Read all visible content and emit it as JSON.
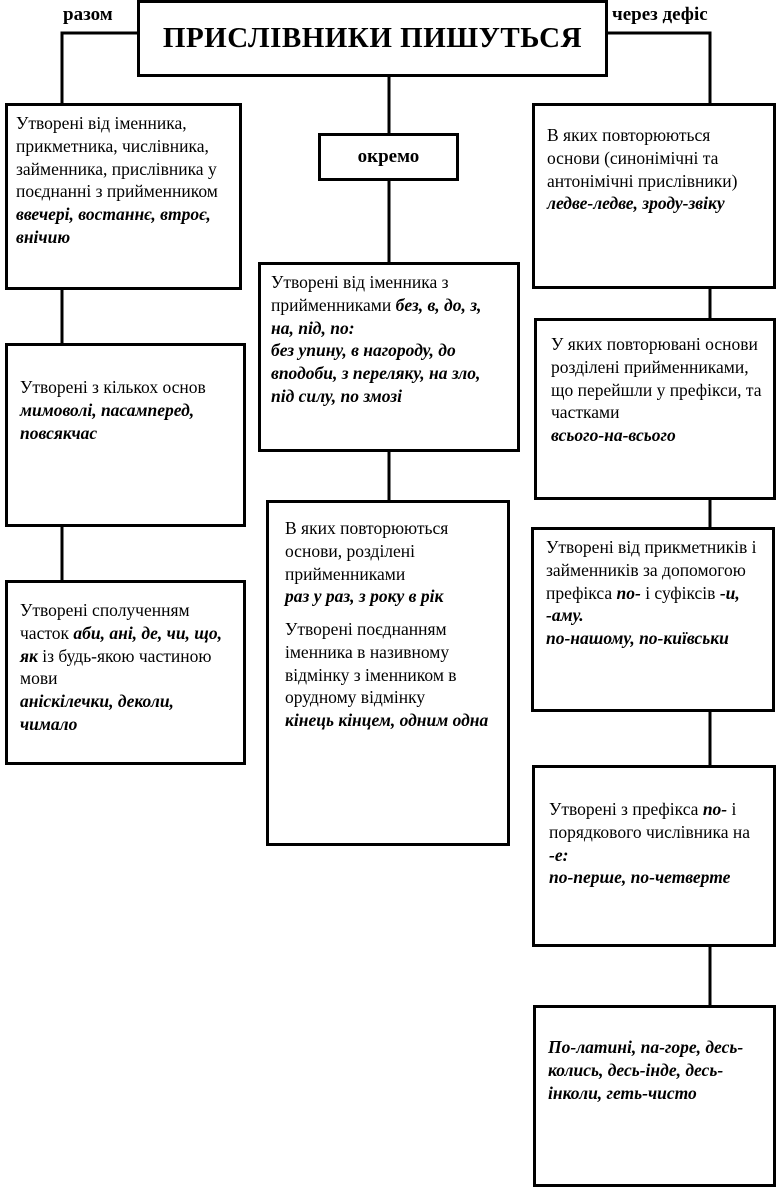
{
  "title": "ПРИСЛІВНИКИ ПИШУТЬСЯ",
  "labels": {
    "together": "разом",
    "separately": "окремо",
    "hyphen": "через дефіс"
  },
  "together": [
    {
      "text": "Утворені від іменника, прикметника, числівника, займенника, прислівника у поєднанні з прийменником",
      "examples": "ввечері, востаннє, втроє, внічию"
    },
    {
      "text": "Утворені з кількох основ",
      "examples": "мимоволі, пасампеpед, повсякчас"
    },
    {
      "text_before": "Утворені сполученням часток",
      "particles": "аби, ані, де, чи, що, як",
      "text_after": "із будь-якою частиною мови",
      "examples": "аніскілечки, деколи, чимало"
    }
  ],
  "separately": [
    {
      "text": "Утворені від іменника з прийменниками",
      "preps": "без, в, до, з, на, під, по:",
      "examples": "без упину, в нагороду, до вподоби, з переляку, на зло, під силу, по змозі"
    },
    {
      "text": "В яких повторюються основи, розділені прийменниками",
      "examples": "раз у раз, з року в рік",
      "text2": "Утворені поєднанням іменника в називному відмінку з іменником в орудному відмінку",
      "examples2": "кінець кінцем, одним одна"
    }
  ],
  "hyphen": [
    {
      "text": "В яких повторюються основи (синонімічні та антонімічні прислівники)",
      "examples": "ледве-ледве, зроду-звіку"
    },
    {
      "text": "У яких повторювані основи розділені прийменниками, що перейшли у префікси, та частками",
      "examples": "всього-на-всього"
    },
    {
      "text_before": "Утворені від прикметників і займенників за допомогою префікса",
      "prefix": "по-",
      "text_mid": "і суфіксів",
      "suffixes": "-и, -аму.",
      "examples": "по-нашому, по-київськи"
    },
    {
      "text_before": "Утворені з префікса",
      "prefix": "по-",
      "text_mid": "і порядкового числівника на",
      "suffix": "-е:",
      "examples": "по-перше, по-четверте"
    },
    {
      "examples": "По-латині, па-горе, десь-колись, десь-інде, десь-інколи, геть-чисто"
    }
  ]
}
